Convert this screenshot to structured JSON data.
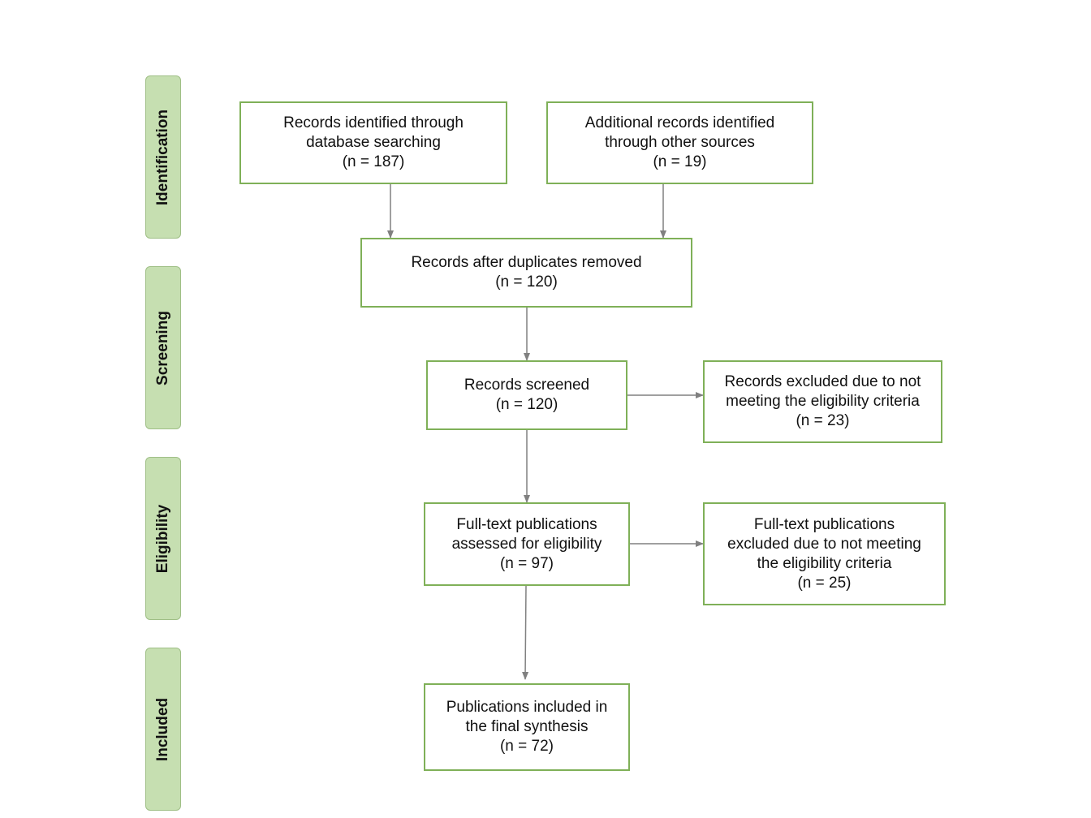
{
  "stages": [
    {
      "id": "identification",
      "label": "Identification"
    },
    {
      "id": "screening",
      "label": "Screening"
    },
    {
      "id": "eligibility",
      "label": "Eligibility"
    },
    {
      "id": "included",
      "label": "Included"
    }
  ],
  "boxes": {
    "db_search": {
      "lines": [
        "Records identified through",
        "database searching",
        "(n = 187)"
      ]
    },
    "other_sources": {
      "lines": [
        "Additional records identified",
        "through other sources",
        "(n = 19)"
      ]
    },
    "dedup": {
      "lines": [
        "Records after duplicates removed",
        "(n = 120)"
      ]
    },
    "screened": {
      "lines": [
        "Records screened",
        "(n = 120)"
      ]
    },
    "excluded_screen": {
      "lines": [
        "Records excluded due to not",
        "meeting the eligibility criteria",
        "(n = 23)"
      ]
    },
    "fulltext": {
      "lines": [
        "Full-text publications",
        "assessed for eligibility",
        "(n = 97)"
      ]
    },
    "excluded_fulltext": {
      "lines": [
        "Full-text publications",
        "excluded due to not meeting",
        "the eligibility criteria",
        "(n = 25)"
      ]
    },
    "included": {
      "lines": [
        "Publications included in",
        "the final synthesis",
        "(n = 72)"
      ]
    }
  },
  "colors": {
    "box_border": "#7fb058",
    "stage_fill": "#c6dfb1",
    "arrow": "#808080"
  }
}
